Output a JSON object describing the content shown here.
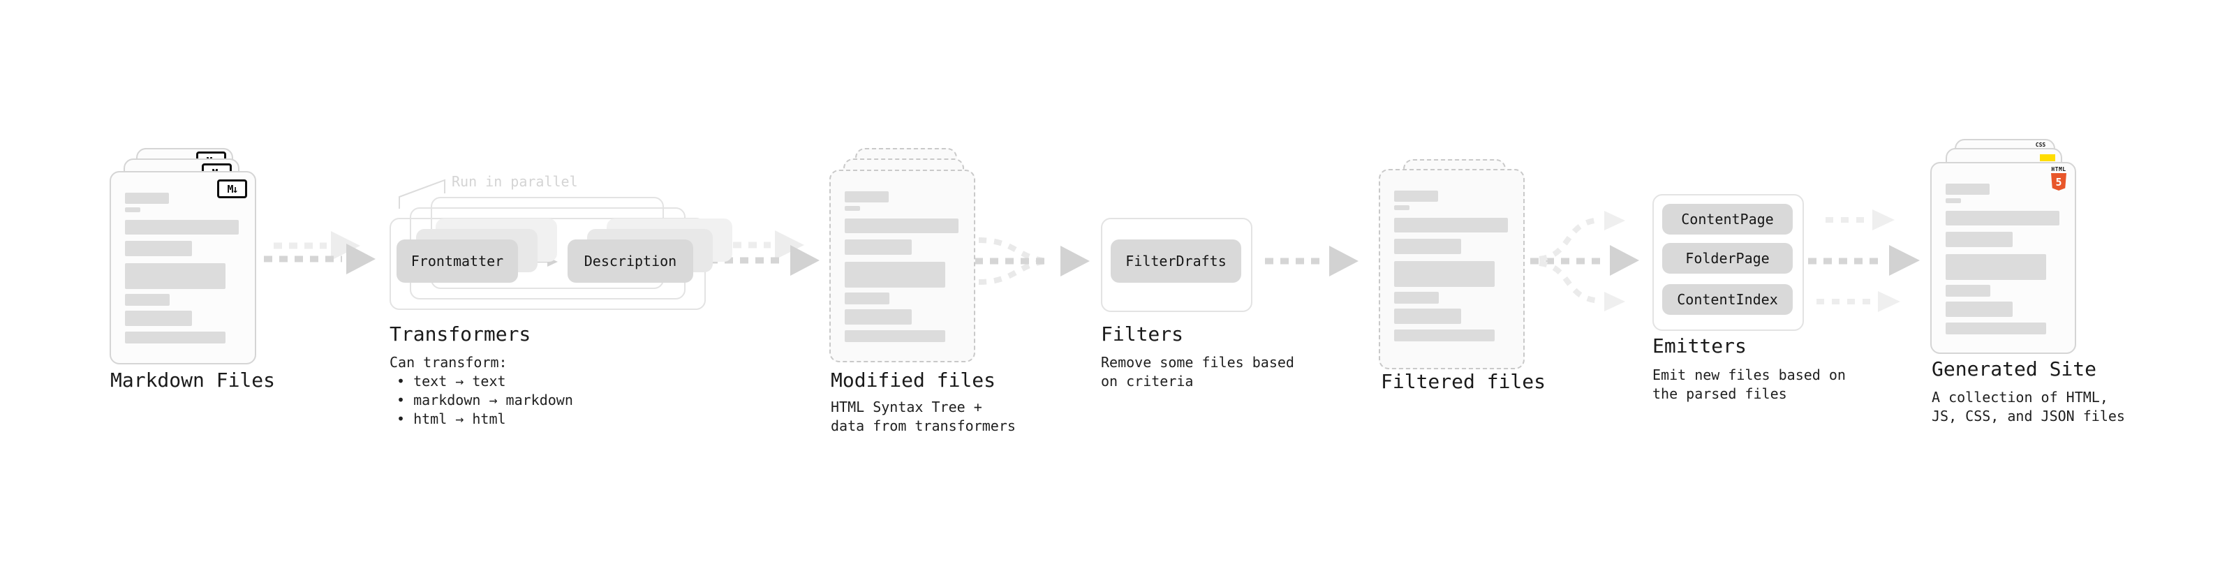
{
  "page": {
    "background": "#ffffff"
  },
  "diagram": {
    "nodes": {
      "markdown": {
        "title": "Markdown Files",
        "icon_label": "M↓"
      },
      "transformers": {
        "title": "Transformers",
        "annotation": "Run in parallel",
        "pill_frontmatter": "Frontmatter",
        "pill_description": "Description",
        "caption_heading": "Can transform:",
        "bullets": [
          "• text → text",
          "• markdown → markdown",
          "• html → html"
        ]
      },
      "modified": {
        "title": "Modified files",
        "captions": [
          "HTML Syntax Tree +",
          "data from transformers"
        ]
      },
      "filters": {
        "title": "Filters",
        "pill": "FilterDrafts",
        "captions": [
          "Remove some files based",
          "on criteria"
        ]
      },
      "filtered": {
        "title": "Filtered files"
      },
      "emitters": {
        "title": "Emitters",
        "pills": [
          "ContentPage",
          "FolderPage",
          "ContentIndex"
        ],
        "captions": [
          "Emit new files based on",
          "the parsed files"
        ]
      },
      "generated": {
        "title": "Generated Site",
        "captions": [
          "A collection of HTML,",
          "JS, CSS, and JSON files"
        ],
        "badge_css": "CSS",
        "badge_html_label": "HTML",
        "badge_html_number": "5"
      }
    },
    "colors": {
      "card_border": "#d5d5d5",
      "dashed_border": "#c9c9c9",
      "skeleton_bar": "#dcdcdc",
      "pill_bg": "#d9d9d9",
      "arrow": "#d5d5d5",
      "arrow_faint": "#ededed",
      "annotation_text": "#d4d4d4",
      "text": "#1a1a1a",
      "html5_orange": "#e8562a",
      "js_yellow": "#ffdd00",
      "css_blue": "#2c63f2"
    }
  }
}
